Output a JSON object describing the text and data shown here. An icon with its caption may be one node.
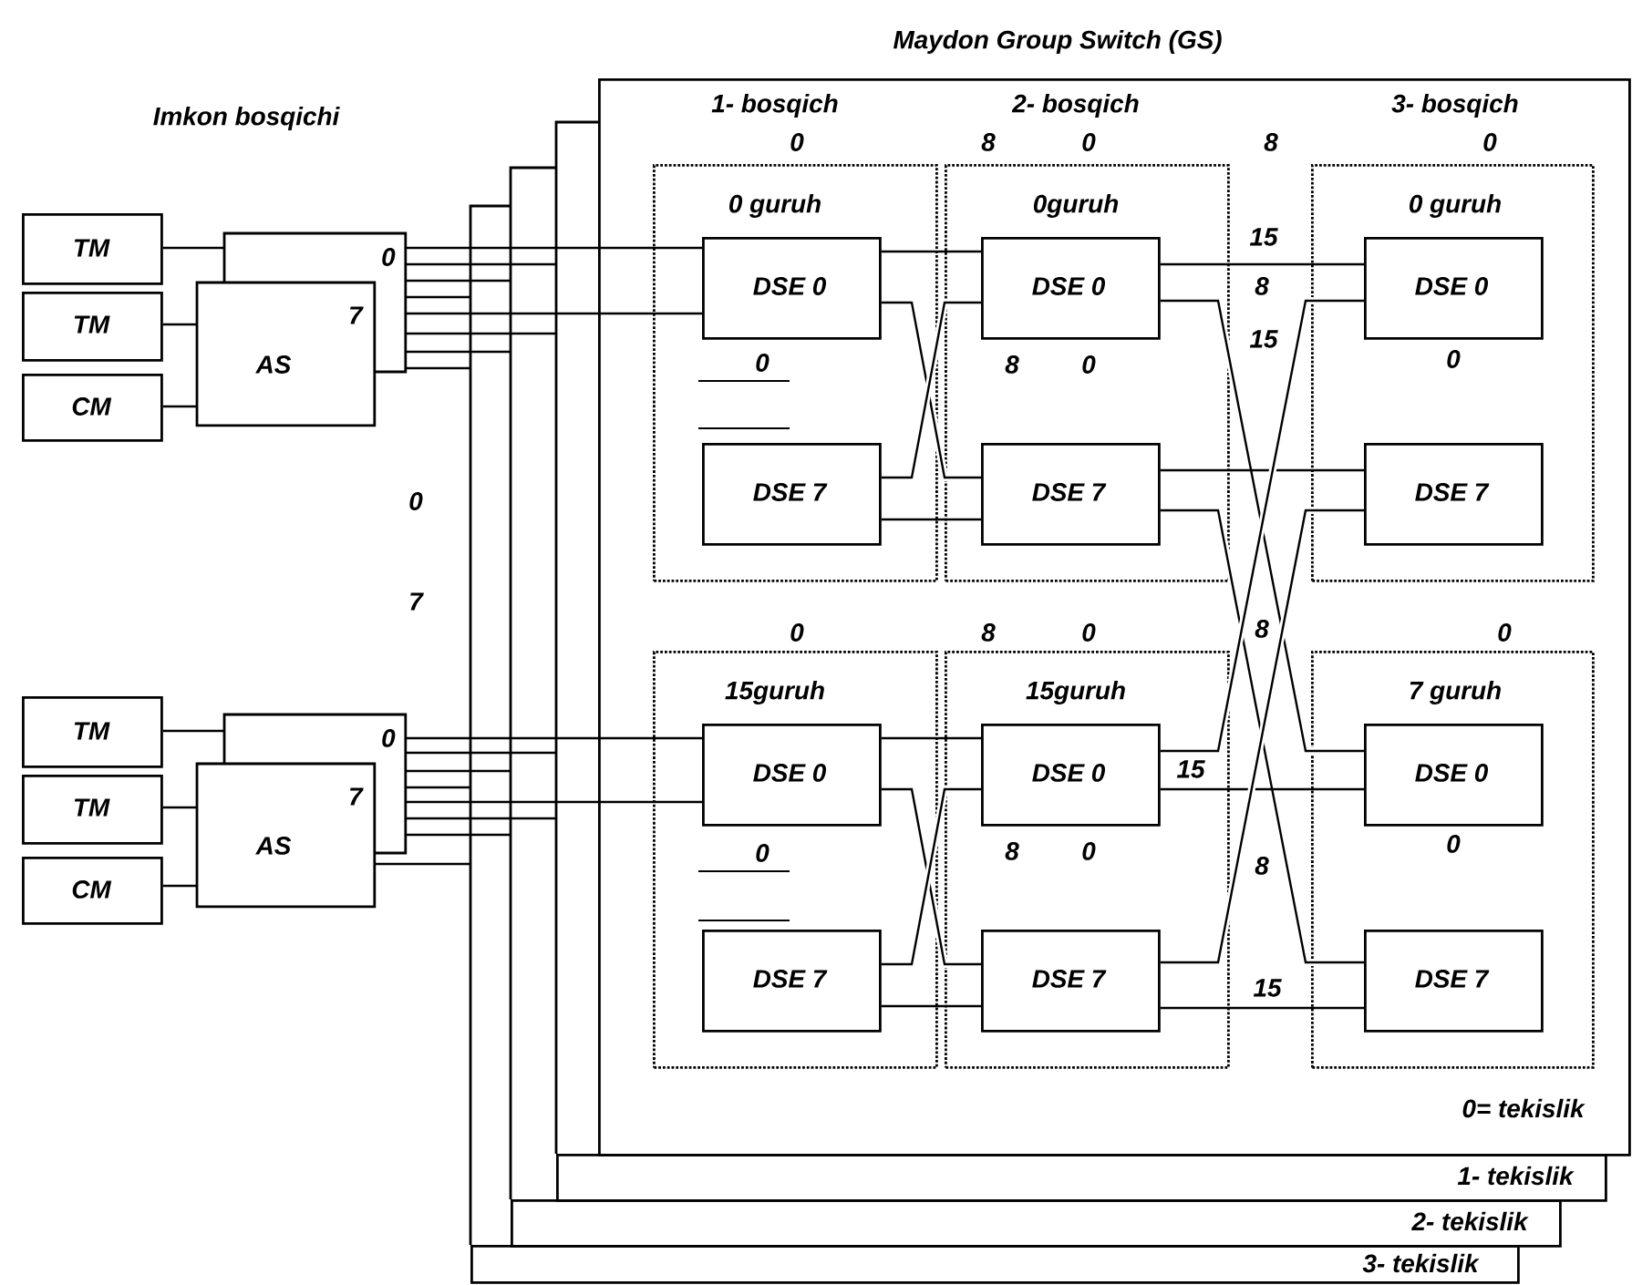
{
  "diagram": {
    "title": "Maydon Group Switch (GS)",
    "nodes": [
      {
        "text": [
          "0= tekislik"
        ]
      },
      {
        "text": [
          "1- tekislik"
        ]
      },
      {
        "text": [
          "2- tekislik"
        ]
      },
      {
        "text": [
          "3- tekislik"
        ]
      },
      {
        "text": [
          "0 guruh"
        ],
        "in": 0
      },
      {
        "text": [
          "DSE 0"
        ],
        "in": 4
      },
      {
        "text": [
          "DSE 7"
        ],
        "in": 4
      },
      {
        "text": [
          "0guruh"
        ],
        "in": 0
      },
      {
        "text": [
          "DSE 0"
        ],
        "in": 7
      },
      {
        "text": [
          "DSE 7"
        ],
        "in": 7
      },
      {
        "text": [
          "0 guruh"
        ],
        "in": 0
      },
      {
        "text": [
          "DSE 0"
        ],
        "in": 10
      },
      {
        "text": [
          "DSE 7"
        ],
        "in": 10
      },
      {
        "text": [
          "15guruh"
        ],
        "in": 0
      },
      {
        "text": [
          "DSE 0"
        ],
        "in": 13
      },
      {
        "text": [
          "DSE 7"
        ],
        "in": 13
      },
      {
        "text": [
          "15guruh"
        ],
        "in": 0
      },
      {
        "text": [
          "DSE 0"
        ],
        "in": 16
      },
      {
        "text": [
          "DSE 7"
        ],
        "in": 16
      },
      {
        "text": [
          "7 guruh"
        ],
        "in": 0
      },
      {
        "text": [
          "DSE 0"
        ],
        "in": 19
      },
      {
        "text": [
          "DSE 7"
        ],
        "in": 19
      },
      {
        "text": [
          "TM"
        ]
      },
      {
        "text": [
          "TM"
        ]
      },
      {
        "text": [
          "CM"
        ]
      },
      {
        "text": [
          "0",
          "7",
          "AS"
        ]
      },
      {
        "text": [
          "TM"
        ]
      },
      {
        "text": [
          "TM"
        ]
      },
      {
        "text": [
          "CM"
        ]
      },
      {
        "text": [
          "0",
          "7",
          "AS"
        ]
      }
    ],
    "edges": [
      {
        "from": 22,
        "to": 25,
        "arrow": "none"
      },
      {
        "from": 23,
        "to": 25,
        "arrow": "none"
      },
      {
        "from": 24,
        "to": 25,
        "arrow": "none"
      },
      {
        "from": 25,
        "to": 5,
        "arrow": "none"
      },
      {
        "from": 25,
        "to": null,
        "arrow": "none"
      },
      {
        "from": 25,
        "to": null,
        "arrow": "none"
      },
      {
        "from": 25,
        "to": null,
        "arrow": "none"
      },
      {
        "from": 25,
        "to": 5,
        "arrow": "none"
      },
      {
        "from": 25,
        "to": null,
        "arrow": "none"
      },
      {
        "from": 25,
        "to": null,
        "arrow": "none"
      },
      {
        "from": 25,
        "to": null,
        "arrow": "none"
      },
      {
        "from": 26,
        "to": 29,
        "arrow": "none"
      },
      {
        "from": 27,
        "to": 29,
        "arrow": "none"
      },
      {
        "from": 28,
        "to": 29,
        "arrow": "none"
      },
      {
        "from": 29,
        "to": 14,
        "arrow": "none"
      },
      {
        "from": 29,
        "to": null,
        "arrow": "none"
      },
      {
        "from": 29,
        "to": null,
        "arrow": "none"
      },
      {
        "from": 29,
        "to": null,
        "arrow": "none"
      },
      {
        "from": 29,
        "to": 14,
        "arrow": "none"
      },
      {
        "from": 29,
        "to": null,
        "arrow": "none"
      },
      {
        "from": 29,
        "to": null,
        "arrow": "none"
      },
      {
        "from": 29,
        "to": null,
        "arrow": "none"
      },
      {
        "from": 5,
        "to": 8,
        "arrow": "none"
      },
      {
        "from": 5,
        "to": 9,
        "arrow": "none"
      },
      {
        "from": 6,
        "to": 8,
        "arrow": "none"
      },
      {
        "from": 6,
        "to": 9,
        "arrow": "none"
      },
      {
        "from": 14,
        "to": 17,
        "arrow": "none"
      },
      {
        "from": 14,
        "to": 18,
        "arrow": "none"
      },
      {
        "from": 15,
        "to": 17,
        "arrow": "none"
      },
      {
        "from": 15,
        "to": 18,
        "arrow": "none"
      },
      {
        "from": 8,
        "to": 11,
        "arrow": "none"
      },
      {
        "from": 8,
        "to": 20,
        "arrow": "none"
      },
      {
        "from": 9,
        "to": 12,
        "arrow": "none"
      },
      {
        "from": 9,
        "to": 21,
        "arrow": "none"
      },
      {
        "from": 17,
        "to": 11,
        "arrow": "none"
      },
      {
        "from": 17,
        "to": 20,
        "arrow": "none"
      },
      {
        "from": 18,
        "to": 12,
        "arrow": "none"
      },
      {
        "from": 18,
        "to": 21,
        "arrow": "none"
      }
    ],
    "labels": [
      "Imkon bosqichi",
      "1- bosqich",
      "2- bosqich",
      "3- bosqich",
      "0",
      "8",
      "0",
      "8",
      "0",
      "15",
      "8",
      "15",
      "0",
      "8",
      "0",
      "0",
      "0",
      "7",
      "0",
      "8",
      "0",
      "8",
      "0",
      "15",
      "0",
      "8",
      "0",
      "0",
      "8",
      "15"
    ]
  }
}
